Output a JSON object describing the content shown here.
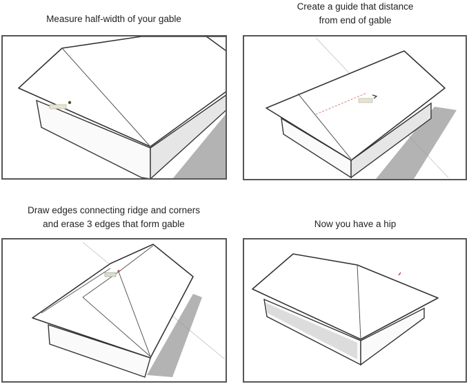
{
  "panels": [
    {
      "caption_lines": [
        "Measure half-width of your gable"
      ]
    },
    {
      "caption_lines": [
        "Create a guide that distance",
        "from end of gable"
      ]
    },
    {
      "caption_lines": [
        "Draw edges connecting ridge and corners",
        "and erase 3 edges that form gable"
      ]
    },
    {
      "caption_lines": [
        "Now you have a hip"
      ]
    }
  ]
}
